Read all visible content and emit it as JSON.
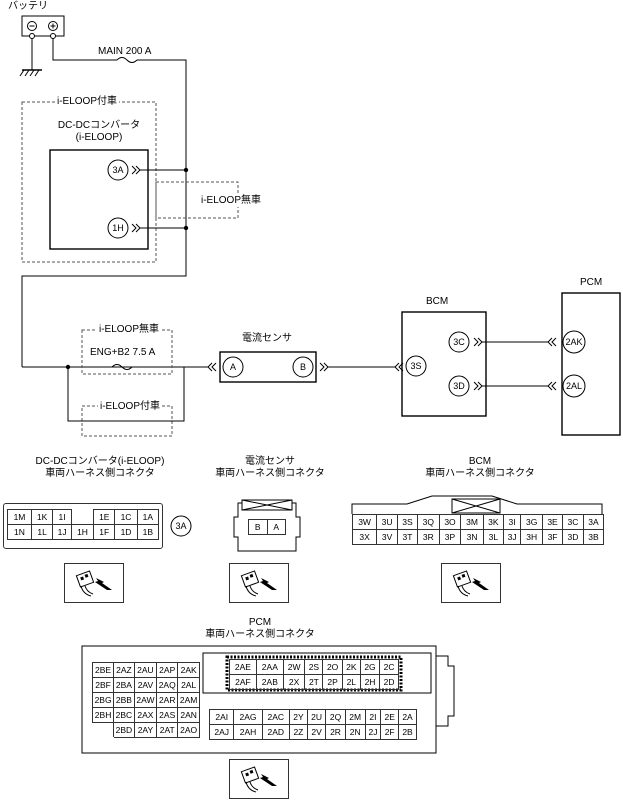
{
  "battery": {
    "label": "バッテリ",
    "minus": "⊖",
    "plus": "⊕"
  },
  "fuse_main": "MAIN 200 A",
  "dcdc": {
    "group_label": "i-ELOOP付車",
    "title_line1": "DC-DCコンバータ",
    "title_line2": "(i-ELOOP)",
    "pin_top": "3A",
    "pin_bottom": "1H"
  },
  "no_eloop_right": "i-ELOOP無車",
  "lower_branch": {
    "no_eloop_label": "i-ELOOP無車",
    "fuse": "ENG+B2 7.5 A",
    "with_eloop_label": "i-ELOOP付車"
  },
  "current_sensor": {
    "title": "電流センサ",
    "pin_a": "A",
    "pin_b": "B"
  },
  "bcm": {
    "title": "BCM",
    "pin_3s": "3S",
    "pin_3c": "3C",
    "pin_3d": "3D"
  },
  "pcm": {
    "title": "PCM",
    "pin_2ak": "2AK",
    "pin_2al": "2AL"
  },
  "connectors": {
    "dcdc_title_line1": "DC-DCコンバータ(i-ELOOP)",
    "dcdc_title_line2": "車両ハーネス側コネクタ",
    "dcdc_row1": [
      "1M",
      "1K",
      "1I",
      "",
      "1E",
      "1C",
      "1A"
    ],
    "dcdc_row2": [
      "1N",
      "1L",
      "1J",
      "1H",
      "1F",
      "1D",
      "1B"
    ],
    "dcdc_extra": "3A",
    "sensor_title_line1": "電流センサ",
    "sensor_title_line2": "車両ハーネス側コネクタ",
    "sensor_pins": [
      "B",
      "A"
    ],
    "bcm_title_line1": "BCM",
    "bcm_title_line2": "車両ハーネス側コネクタ",
    "bcm_row1": [
      "3W",
      "3U",
      "3S",
      "3Q",
      "3O",
      "3M",
      "3K",
      "3I",
      "3G",
      "3E",
      "3C",
      "3A"
    ],
    "bcm_row2": [
      "3X",
      "3V",
      "3T",
      "3R",
      "3P",
      "3N",
      "3L",
      "3J",
      "3H",
      "3F",
      "3D",
      "3B"
    ],
    "pcm_title_line1": "PCM",
    "pcm_title_line2": "車両ハーネス側コネクタ",
    "pcm_left": [
      [
        "2BE",
        "2AZ",
        "2AU",
        "2AP",
        "2AK"
      ],
      [
        "2BF",
        "2BA",
        "2AV",
        "2AQ",
        "2AL"
      ],
      [
        "2BG",
        "2BB",
        "2AW",
        "2AR",
        "2AM"
      ],
      [
        "2BH",
        "2BC",
        "2AX",
        "2AS",
        "2AN"
      ],
      [
        "",
        "2BD",
        "2AY",
        "2AT",
        "2AO"
      ]
    ],
    "pcm_upper": [
      [
        "2AE",
        "2AA",
        "2W",
        "2S",
        "2O",
        "2K",
        "2G",
        "2C"
      ],
      [
        "2AF",
        "2AB",
        "2X",
        "2T",
        "2P",
        "2L",
        "2H",
        "2D"
      ]
    ],
    "pcm_lower": [
      [
        "2AI",
        "2AG",
        "2AC",
        "2Y",
        "2U",
        "2Q",
        "2M",
        "2I",
        "2E",
        "2A"
      ],
      [
        "2AJ",
        "2AH",
        "2AD",
        "2Z",
        "2V",
        "2R",
        "2N",
        "2J",
        "2F",
        "2B"
      ]
    ]
  }
}
